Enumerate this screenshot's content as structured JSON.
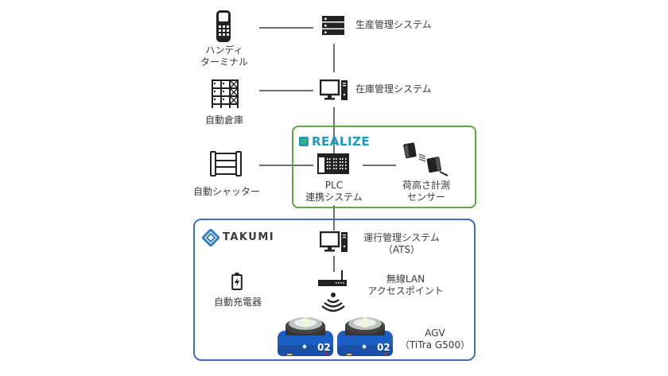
{
  "nodes": {
    "handy_terminal": {
      "line1": "ハンディ",
      "line2": "ターミナル"
    },
    "production_mgmt": {
      "label": "生産管理システム"
    },
    "auto_warehouse": {
      "label": "自動倉庫"
    },
    "inventory_mgmt": {
      "label": "在庫管理システム"
    },
    "auto_shutter": {
      "label": "自動シャッター"
    },
    "plc_system": {
      "line1": "PLC",
      "line2": "連携システム"
    },
    "height_sensor": {
      "line1": "荷高さ計測",
      "line2": "センサー"
    },
    "ats": {
      "line1": "運行管理システム",
      "line2": "（ATS）"
    },
    "auto_charger": {
      "label": "自動充電器"
    },
    "wireless_ap": {
      "line1": "無線LAN",
      "line2": "アクセスポイント"
    },
    "agv": {
      "line1": "AGV",
      "line2": "（TiTra G500）",
      "unit_number": "02"
    }
  },
  "groups": {
    "realize": {
      "brand": "REALIZE",
      "color": "#5aab3c",
      "brand_color": "#1a9bc0"
    },
    "takumi": {
      "brand": "TAKUMI",
      "color": "#3d72b8"
    }
  }
}
